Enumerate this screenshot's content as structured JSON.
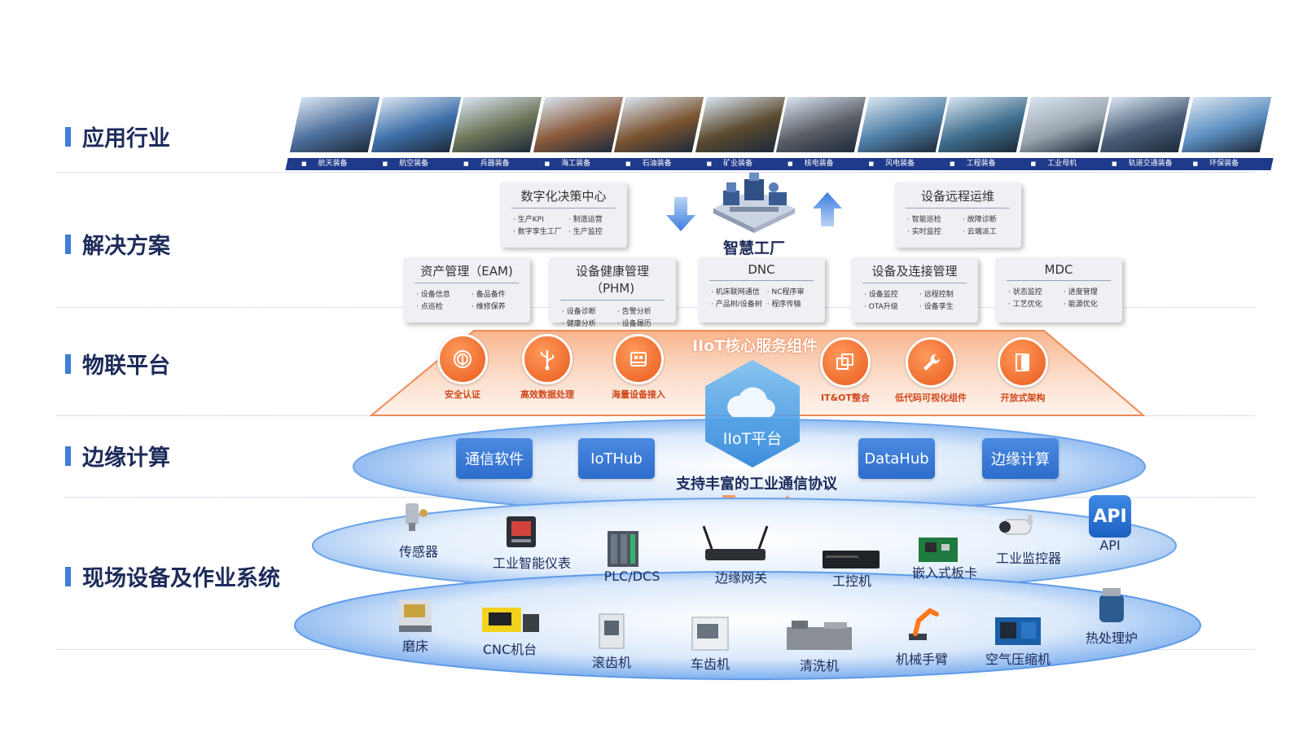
{
  "layers": [
    {
      "label": "应用行业"
    },
    {
      "label": "解决方案"
    },
    {
      "label": "物联平台"
    },
    {
      "label": "边缘计算"
    },
    {
      "label": "现场设备及作业系统"
    }
  ],
  "industries": [
    {
      "label": "航天装备",
      "color": "#4d6f9c"
    },
    {
      "label": "航空装备",
      "color": "#3d6ea8"
    },
    {
      "label": "兵器装备",
      "color": "#6c7458"
    },
    {
      "label": "海工装备",
      "color": "#8a5a3a"
    },
    {
      "label": "石油装备",
      "color": "#7b5430"
    },
    {
      "label": "矿业装备",
      "color": "#5a4a2e"
    },
    {
      "label": "核电装备",
      "color": "#5b5e66"
    },
    {
      "label": "风电装备",
      "color": "#4f7fa6"
    },
    {
      "label": "工程装备",
      "color": "#3f6f8d"
    },
    {
      "label": "工业母机",
      "color": "#9aa4ae"
    },
    {
      "label": "轨道交通装备",
      "color": "#4a5f78"
    },
    {
      "label": "环保装备",
      "color": "#5b8ec0"
    }
  ],
  "solutions_top": [
    {
      "title": "数字化决策中心",
      "items": [
        "生产KPI",
        "制造运营",
        "数字孪生工厂",
        "生产监控"
      ]
    },
    {
      "title": "设备远程运维",
      "items": [
        "智能巡检",
        "故障诊断",
        "实时监控",
        "云端派工"
      ]
    }
  ],
  "smart_factory": {
    "title": "智慧工厂"
  },
  "solutions_bottom": [
    {
      "title": "资产管理（EAM)",
      "items": [
        "设备信息",
        "备品备件",
        "点巡检",
        "维修保养"
      ]
    },
    {
      "title": "设备健康管理（PHM)",
      "items": [
        "设备诊断",
        "告警分析",
        "健康分析",
        "设备履历"
      ]
    },
    {
      "title": "DNC",
      "items": [
        "机床联网通信",
        "NC程序审",
        "产品树/设备树",
        "程序传输"
      ]
    },
    {
      "title": "设备及连接管理",
      "items": [
        "设备监控",
        "远程控制",
        "OTA升级",
        "设备孪生"
      ]
    },
    {
      "title": "MDC",
      "items": [
        "状态监控",
        "进度管理",
        "工艺优化",
        "能源优化"
      ]
    }
  ],
  "iiot": {
    "title": "IIoT核心服务组件",
    "hex_label": "IIoT平台",
    "services": [
      {
        "label": "安全认证",
        "icon": "fingerprint-icon"
      },
      {
        "label": "高效数据处理",
        "icon": "usb-icon"
      },
      {
        "label": "海量设备接入",
        "icon": "device-icon"
      },
      {
        "label": "IT&OT整合",
        "icon": "layers-icon"
      },
      {
        "label": "低代码可视化组件",
        "icon": "wrench-icon"
      },
      {
        "label": "开放式架构",
        "icon": "door-icon"
      }
    ],
    "accent": "#e85b1c"
  },
  "edge": {
    "boxes": [
      "通信软件",
      "IoTHub",
      "DataHub",
      "边缘计算"
    ],
    "protocol": "支持丰富的工业通信协议"
  },
  "devices_top": [
    "传感器",
    "工业智能仪表",
    "PLC/DCS",
    "边缘网关",
    "工控机",
    "嵌入式板卡",
    "工业监控器",
    "API"
  ],
  "api_badge": "API",
  "devices_bottom": [
    "磨床",
    "CNC机台",
    "滚齿机",
    "车齿机",
    "清洗机",
    "机械手臂",
    "空气压缩机",
    "热处理炉"
  ]
}
